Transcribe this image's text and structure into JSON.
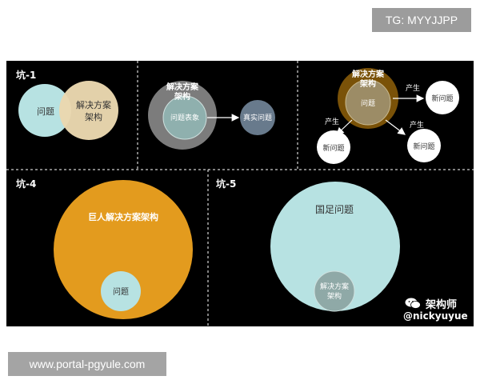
{
  "top_tag": "TG: MYYJJPP",
  "footer_url": "www.portal-pgyule.com",
  "panels": {
    "p1": {
      "title": "坑-1",
      "problem": "问题",
      "solution_line1": "解决方案",
      "solution_line2": "架构"
    },
    "p2": {
      "solution_line1": "解决方案",
      "solution_line2": "架构",
      "surface": "问题表象",
      "real": "真实问题"
    },
    "p3": {
      "solution_line1": "解决方案",
      "solution_line2": "架构",
      "problem": "问题",
      "produce": "产生",
      "new_problem": "新问题"
    },
    "p4": {
      "title": "坑-4",
      "giant": "巨人解决方案架构",
      "problem": "问题"
    },
    "p5": {
      "title": "坑-5",
      "national": "国足问题",
      "solution_line1": "解决方案",
      "solution_line2": "架构"
    }
  },
  "watermark": {
    "name": "架构师",
    "handle": "@nickyuyue"
  },
  "colors": {
    "background": "#000000",
    "problem_cyan": "#b7e2e2",
    "solution_cream": "#ead8b0",
    "gold": "#e39b1e",
    "dark_gold": "#7a5208",
    "slate": "#6a7a88",
    "grey_ring": "#777777"
  }
}
